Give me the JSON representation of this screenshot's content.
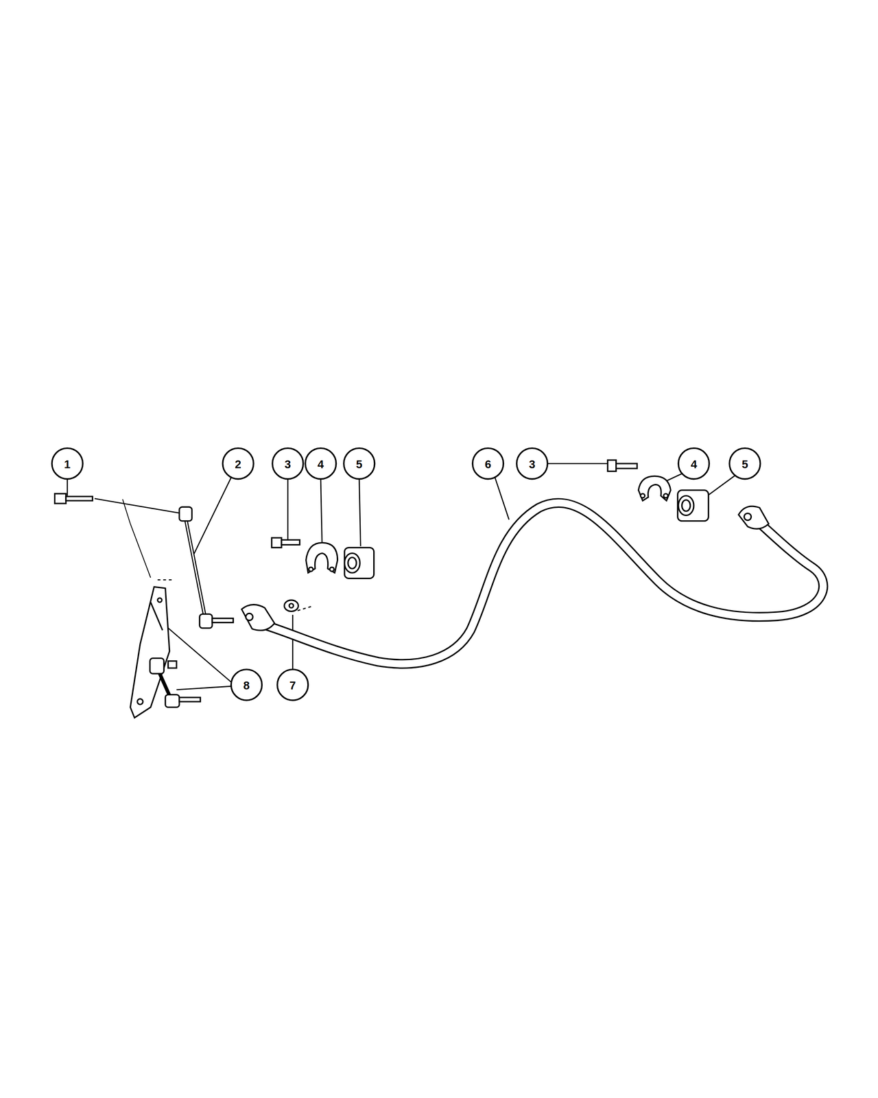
{
  "diagram": {
    "labels": [
      "1",
      "2",
      "3",
      "4",
      "5",
      "6",
      "3",
      "4",
      "5",
      "8",
      "7"
    ]
  }
}
